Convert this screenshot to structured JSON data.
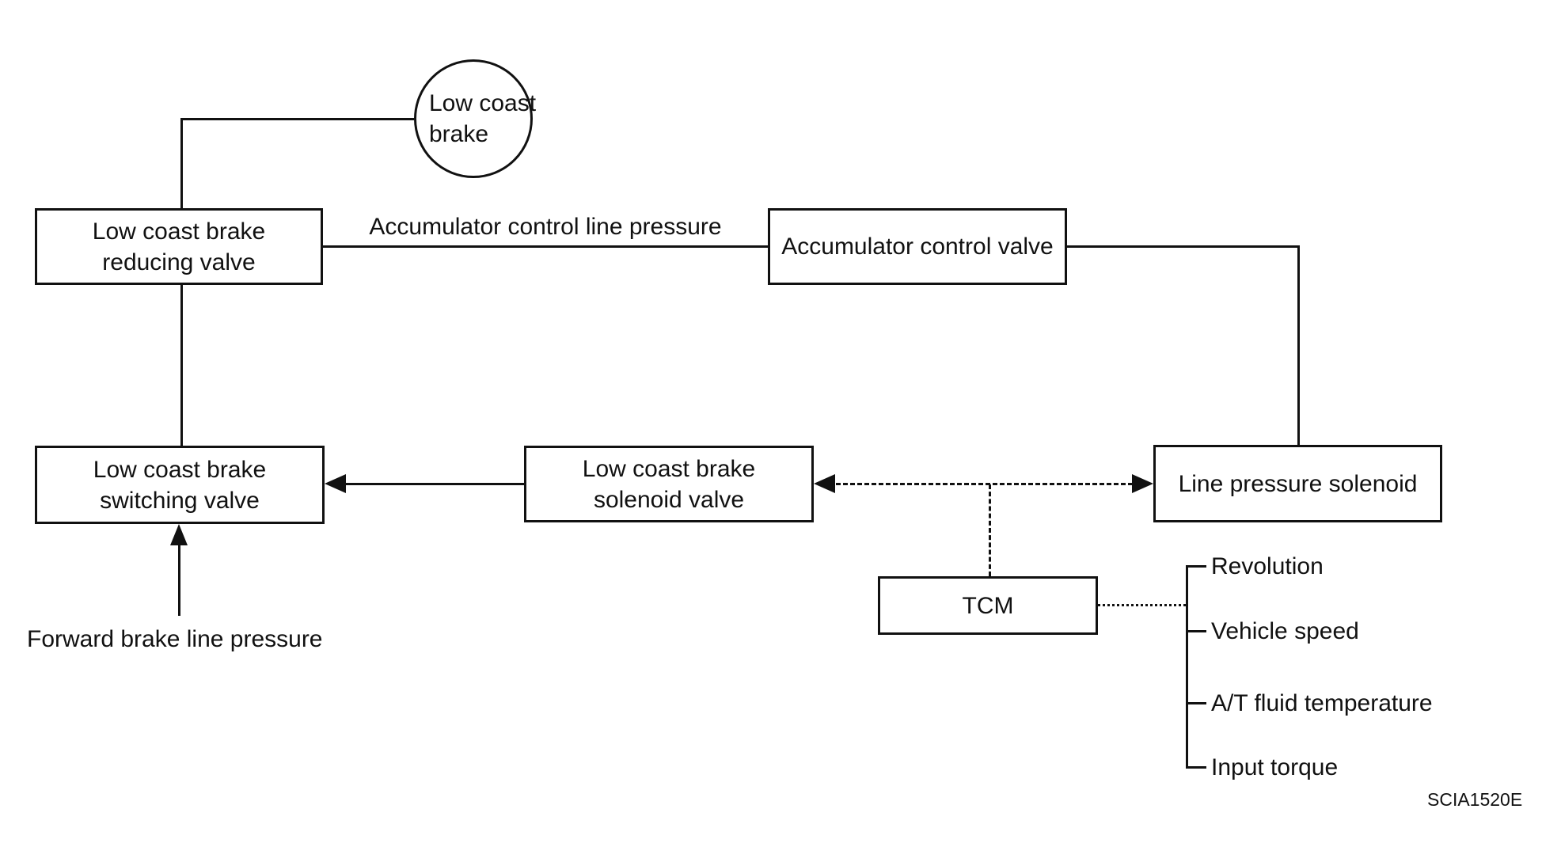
{
  "diagram": {
    "background_color": "#ffffff",
    "line_color": "#111111",
    "nodes": {
      "low_coast_brake_circle": {
        "line1": "Low coast",
        "line2": "brake"
      },
      "reducing_valve": {
        "line1": "Low coast brake",
        "line2": "reducing valve"
      },
      "switching_valve": {
        "line1": "Low coast brake",
        "line2": "switching valve"
      },
      "accumulator_control_valve": {
        "label": "Accumulator control valve"
      },
      "solenoid_valve": {
        "line1": "Low coast brake",
        "line2": "solenoid valve"
      },
      "line_pressure_solenoid": {
        "label": "Line pressure solenoid"
      },
      "tcm": {
        "label": "TCM"
      }
    },
    "edge_labels": {
      "accumulator_control_line_pressure": "Accumulator control line pressure",
      "forward_brake_line_pressure": "Forward brake line pressure"
    },
    "tcm_inputs": [
      "Revolution",
      "Vehicle speed",
      "A/T fluid temperature",
      "Input torque"
    ],
    "figure_code": "SCIA1520E"
  }
}
